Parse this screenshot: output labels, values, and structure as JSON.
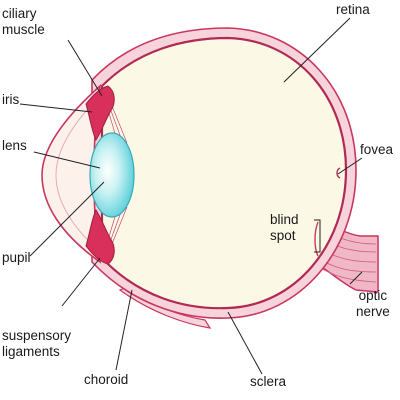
{
  "labels": {
    "ciliary_muscle": [
      "ciliary",
      "muscle"
    ],
    "iris": "iris",
    "lens": "lens",
    "pupil": "pupil",
    "suspensory_ligaments": [
      "suspensory",
      "ligaments"
    ],
    "choroid": "choroid",
    "sclera": "sclera",
    "retina": "retina",
    "fovea": "fovea",
    "blind_spot": [
      "blind",
      "spot"
    ],
    "optic_nerve": [
      "optic",
      "nerve"
    ]
  },
  "colors": {
    "sclera_fill": "#f7d3dc",
    "vitreous_fill": "#fbf8e6",
    "outer_stroke": "#c8375f",
    "retina_stroke": "#b02a52",
    "cornea_fill": "#fdf1ec",
    "lens_fill": "#8fe3e8",
    "iris_fill": "#d8305a",
    "leader_line": "#222222"
  }
}
